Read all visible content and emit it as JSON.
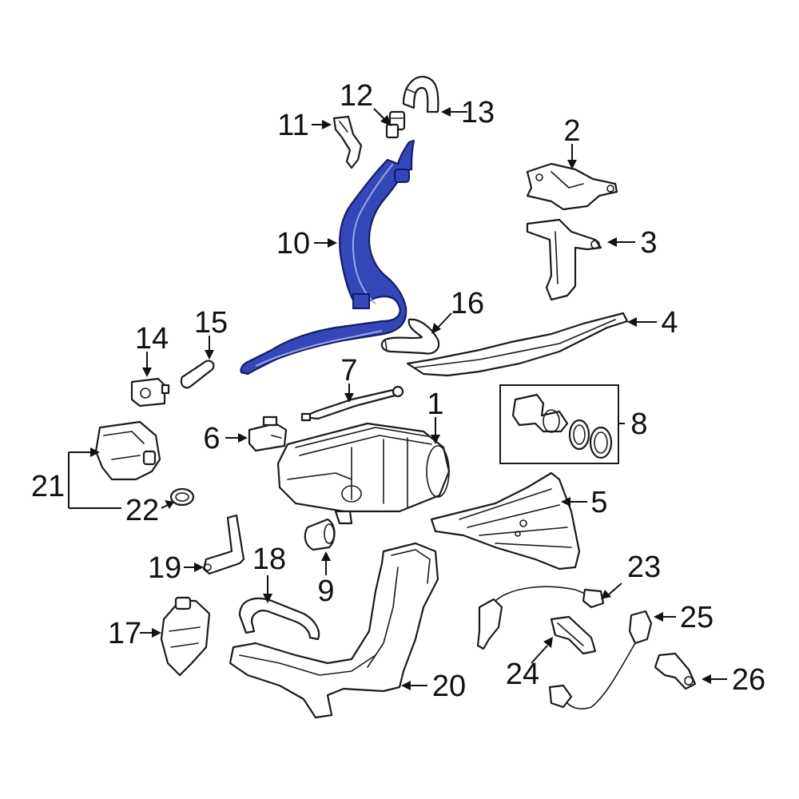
{
  "diagram": {
    "highlight_color": "#3347b8",
    "line_color": "#1a1a1a",
    "highlighted_part": "10",
    "callouts": [
      {
        "id": "c1",
        "label": "1"
      },
      {
        "id": "c2",
        "label": "2"
      },
      {
        "id": "c3",
        "label": "3"
      },
      {
        "id": "c4",
        "label": "4"
      },
      {
        "id": "c5",
        "label": "5"
      },
      {
        "id": "c6",
        "label": "6"
      },
      {
        "id": "c7",
        "label": "7"
      },
      {
        "id": "c8",
        "label": "8"
      },
      {
        "id": "c9",
        "label": "9"
      },
      {
        "id": "c10",
        "label": "10"
      },
      {
        "id": "c11",
        "label": "11"
      },
      {
        "id": "c12",
        "label": "12"
      },
      {
        "id": "c13",
        "label": "13"
      },
      {
        "id": "c14",
        "label": "14"
      },
      {
        "id": "c15",
        "label": "15"
      },
      {
        "id": "c16",
        "label": "16"
      },
      {
        "id": "c17",
        "label": "17"
      },
      {
        "id": "c18",
        "label": "18"
      },
      {
        "id": "c19",
        "label": "19"
      },
      {
        "id": "c20",
        "label": "20"
      },
      {
        "id": "c21",
        "label": "21"
      },
      {
        "id": "c22",
        "label": "22"
      },
      {
        "id": "c23",
        "label": "23"
      },
      {
        "id": "c24",
        "label": "24"
      },
      {
        "id": "c25",
        "label": "25"
      },
      {
        "id": "c26",
        "label": "26"
      }
    ]
  }
}
